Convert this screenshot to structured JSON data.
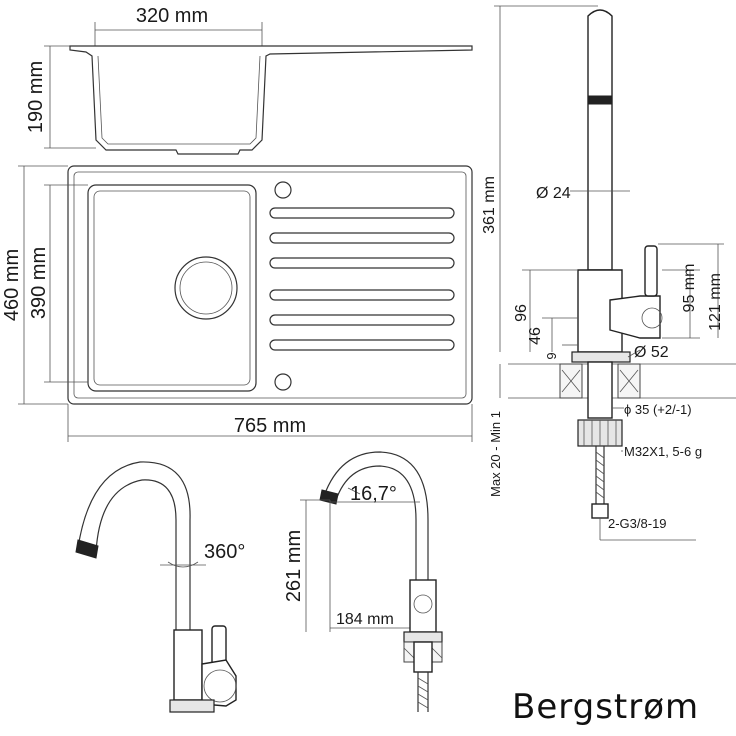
{
  "sink_top_view": {
    "width_bowl": "320 mm",
    "depth_bowl": "190 mm",
    "overall_depth": "460 mm",
    "inner_depth": "390 mm",
    "overall_width": "765 mm"
  },
  "tap_side_view": {
    "height": "361 mm",
    "spout_diameter": "Ø 24",
    "lever_height": "95 mm",
    "lever_total": "121 mm",
    "body_96": "96",
    "body_46": "46",
    "base_9": "9",
    "base_diameter": "Ø 52",
    "hole_diameter": "ϕ 35 (+2/-1)",
    "thread": "M32X1, 5-6 g",
    "worktop": "Max 20 - Min 1",
    "hose_thread": "2-G3/8-19"
  },
  "tap_rotation": {
    "angle": "360°"
  },
  "tap_front_view": {
    "tilt": "16,7°",
    "height": "261 mm",
    "reach": "184 mm"
  },
  "brand": {
    "name": "Bergstrøm"
  }
}
